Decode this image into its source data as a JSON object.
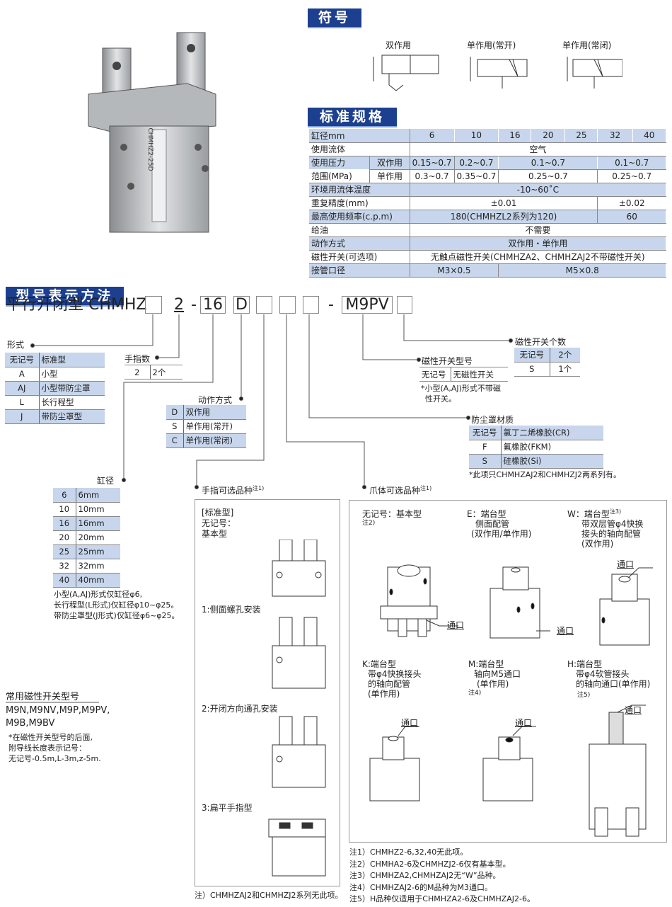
{
  "symbols": {
    "title": "符号",
    "labels": [
      "双作用",
      "单作用(常开)",
      "单作用(常闭)"
    ]
  },
  "spec": {
    "title": "标准规格",
    "header": {
      "label": "缸径mm",
      "sizes": [
        "6",
        "10",
        "16",
        "20",
        "25",
        "32",
        "40"
      ]
    },
    "fluid": {
      "label": "使用流体",
      "value": "空气"
    },
    "pressure": {
      "label1": "使用压力",
      "label2": "范围(MPa)",
      "double": "双作用",
      "single": "单作用",
      "double_vals": [
        "0.15~0.7",
        "0.2~0.7",
        "0.1~0.7",
        "0.1~0.7"
      ],
      "single_vals": [
        "0.3~0.7",
        "0.35~0.7",
        "0.25~0.7",
        "0.25~0.7"
      ]
    },
    "temp": {
      "label": "环境用流体温度",
      "value": "-10~60˚C"
    },
    "repeat": {
      "label": "重复精度(mm)",
      "v1": "±0.01",
      "v2": "±0.02"
    },
    "freq": {
      "label": "最高使用频率(c.p.m)",
      "v1": "180(CHMHZL2系列为120)",
      "v2": "60"
    },
    "oil": {
      "label": "给油",
      "value": "不需要"
    },
    "action": {
      "label": "动作方式",
      "value": "双作用・单作用"
    },
    "switch": {
      "label": "磁性开关(可选项)",
      "value": "无触点磁性开关(CHMHZA2、CHMHZAJ2不带磁性开关)"
    },
    "port": {
      "label": "接管口径",
      "v1": "M3×0.5",
      "v2": "M5×0.8"
    }
  },
  "model": {
    "title": "型号表示方法",
    "prefix": "平行开闭型 CHMHZ",
    "fingers": "2",
    "dash": "-",
    "bore": "16",
    "action": "D",
    "switch": "M9PV"
  },
  "form": {
    "label": "形式",
    "rows": [
      [
        "无记号",
        "标准型"
      ],
      [
        "A",
        "小型"
      ],
      [
        "AJ",
        "小型带防尘罩"
      ],
      [
        "L",
        "长行程型"
      ],
      [
        "J",
        "带防尘罩型"
      ]
    ]
  },
  "finger_count": {
    "label": "手指数",
    "rows": [
      [
        "2",
        "2个"
      ]
    ]
  },
  "action_mode": {
    "label": "动作方式",
    "rows": [
      [
        "D",
        "双作用"
      ],
      [
        "S",
        "单作用(常开)"
      ],
      [
        "C",
        "单作用(常闭)"
      ]
    ]
  },
  "switch_count": {
    "label": "磁性开关个数",
    "rows": [
      [
        "无记号",
        "2个"
      ],
      [
        "S",
        "1个"
      ]
    ]
  },
  "switch_model": {
    "label": "磁性开关型号",
    "rows": [
      [
        "无记号",
        "无磁性开关"
      ]
    ],
    "note1": "*小型(A,AJ)形式不带磁",
    "note2": "性开关。"
  },
  "boot": {
    "label": "防尘罩材质",
    "rows": [
      [
        "无记号",
        "氯丁二烯橡胶(CR)"
      ],
      [
        "F",
        "氟橡胶(FKM)"
      ],
      [
        "S",
        "硅橡胶(Si)"
      ]
    ],
    "note": "*此项只CHMHZAJ2和CHMHZJ2两系列有。"
  },
  "bore": {
    "label": "缸径",
    "rows": [
      [
        "6",
        "6mm"
      ],
      [
        "10",
        "10mm"
      ],
      [
        "16",
        "16mm"
      ],
      [
        "20",
        "20mm"
      ],
      [
        "25",
        "25mm"
      ],
      [
        "32",
        "32mm"
      ],
      [
        "40",
        "40mm"
      ]
    ],
    "notes": [
      "小型(A,AJ)形式仅缸径φ6,",
      "长行程型(L形式)仅缸径φ10~φ25。",
      "带防尘罩型(J形式)仅缸径φ6~φ25。"
    ]
  },
  "common_switch": {
    "label": "常用磁性开关型号",
    "list1": "M9N,M9NV,M9P,M9PV,",
    "list2": "M9B,M9BV",
    "notes": [
      "*在磁性开关型号的后面,",
      "附导线长度表示记号：",
      "无记号-0.5m,L-3m,z-5m."
    ]
  },
  "finger_opt": {
    "label": "手指可选品种",
    "sup": "注1)",
    "items": [
      "[标准型]",
      "无记号：",
      "基本型",
      "1:侧面螺孔安装",
      "2:开闭方向通孔安装",
      "3:扁平手指型"
    ],
    "footnote": "注）CHMHZAJ2和CHMHZJ2系列无此项。"
  },
  "body_opt": {
    "label": "爪体可选品种",
    "sup": "注1)",
    "port": "通口",
    "items": [
      {
        "lines": [
          "无记号：基本型"
        ],
        "note": "注2)"
      },
      {
        "lines": [
          "E：端台型",
          "侧面配管",
          "(双作用/单作用)"
        ]
      },
      {
        "lines": [
          "W：端台型",
          "带双层管φ4快换",
          "接头的轴向配管",
          "(双作用)"
        ],
        "note": "注3)"
      },
      {
        "lines": [
          "K:端台型",
          "带φ4快换接头",
          "的轴向配管",
          "(单作用)"
        ]
      },
      {
        "lines": [
          "M:端台型",
          "轴向M5通口",
          "(单作用)"
        ],
        "note": "注4)"
      },
      {
        "lines": [
          "H:端台型",
          "带φ4软管接头",
          "的轴向通口(单作用)"
        ],
        "note": "注5)"
      }
    ],
    "notes": [
      "注1）CHMHZ2-6,32,40无此项。",
      "注2）CHMHA2-6及CHMHZJ2-6仅有基本型。",
      "注3）CHMHZA2,CHMHZAJ2无“W”品种。",
      "注4）CHMHZAJ2-6的M品种为M3通口。",
      "注5）H品种仅适用于CHMHZA2-6及CHMHZAJ2-6。"
    ]
  },
  "product_label": "CHMHZ2-25D"
}
